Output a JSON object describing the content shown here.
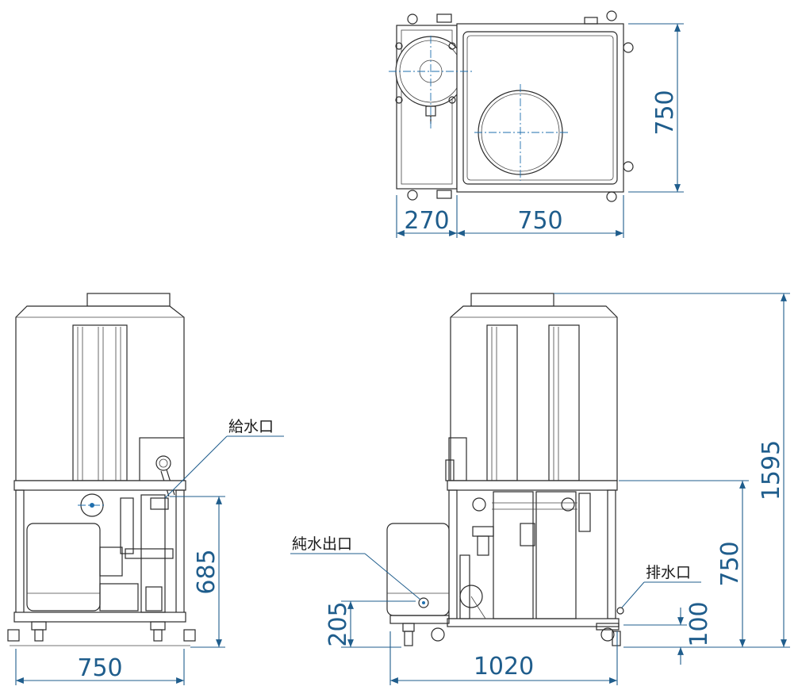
{
  "colors": {
    "dimension": "#1f5d8c",
    "outline": "#2b2b2b",
    "centerline": "#1f6fae"
  },
  "top_view": {
    "dim_left_width": "270",
    "dim_right_width": "750",
    "dim_depth": "750"
  },
  "side_view": {
    "dim_base_width": "750",
    "dim_inlet_height": "685",
    "callout_inlet": "給水口"
  },
  "front_view": {
    "dim_base_width": "1020",
    "dim_total_height": "1595",
    "dim_frame_height": "750",
    "dim_outlet_height": "205",
    "dim_drain_height": "100",
    "callout_outlet": "純水出口",
    "callout_drain": "排水口"
  }
}
